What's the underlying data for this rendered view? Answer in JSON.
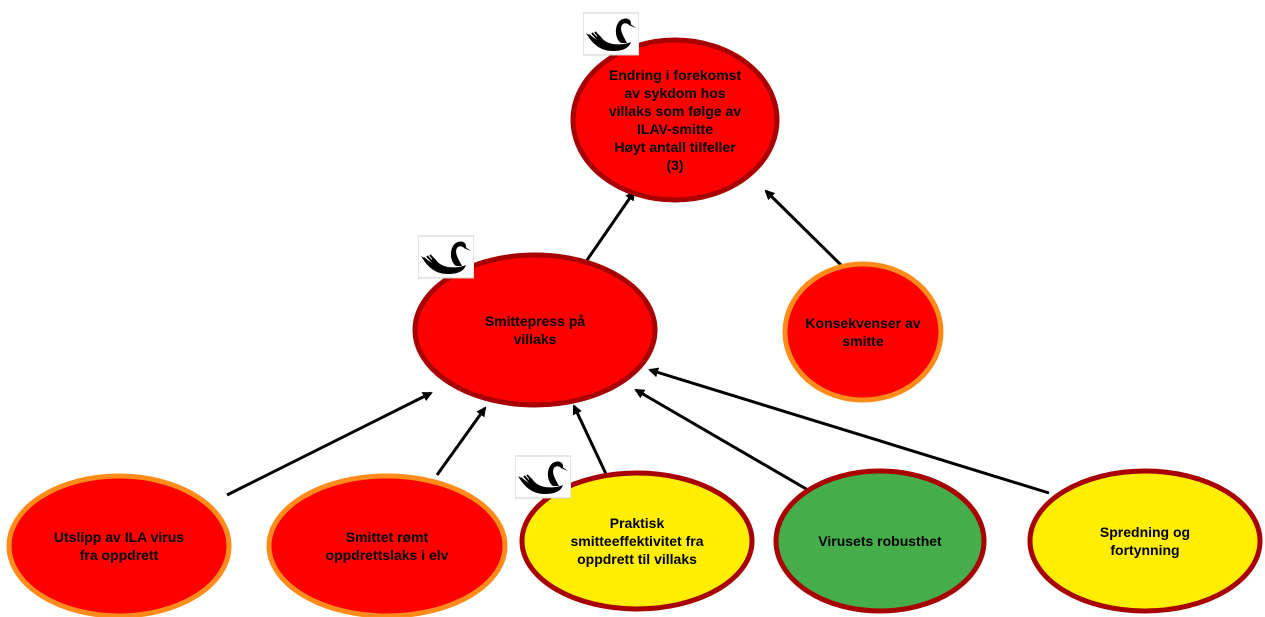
{
  "colors": {
    "red_fill": "#ff0000",
    "yellow_fill": "#ffee00",
    "green_fill": "#45ae4a",
    "orange_border": "#ff8c1a",
    "dark_red_border": "#a80000",
    "arrow": "#000000"
  },
  "nodes": [
    {
      "id": "top",
      "lines": [
        "Endring i forekomst",
        "av sykdom hos",
        "villaks som følge av",
        "ILAV-smitte",
        "Høyt antall tilfeller",
        "(3)"
      ],
      "fill": "red",
      "border": "dark_red",
      "swan": true
    },
    {
      "id": "smittepress",
      "lines": [
        "Smittepress på",
        "villaks"
      ],
      "fill": "red",
      "border": "dark_red",
      "swan": true
    },
    {
      "id": "konsekvenser",
      "lines": [
        "Konsekvenser av",
        "smitte"
      ],
      "fill": "red",
      "border": "orange",
      "swan": false
    },
    {
      "id": "utslipp",
      "lines": [
        "Utslipp av ILA virus",
        "fra oppdrett"
      ],
      "fill": "red",
      "border": "orange",
      "swan": false
    },
    {
      "id": "romt",
      "lines": [
        "Smittet rømt",
        "oppdrettslaks i elv"
      ],
      "fill": "red",
      "border": "orange",
      "swan": false
    },
    {
      "id": "praktisk",
      "lines": [
        "Praktisk",
        "smitteeffektivitet fra",
        "oppdrett til villaks"
      ],
      "fill": "yellow",
      "border": "dark_red",
      "swan": true
    },
    {
      "id": "robusthet",
      "lines": [
        "Virusets robusthet"
      ],
      "fill": "green",
      "border": "dark_red",
      "swan": false
    },
    {
      "id": "spredning",
      "lines": [
        "Spredning og",
        "fortynning"
      ],
      "fill": "yellow",
      "border": "dark_red",
      "swan": false
    }
  ],
  "edges": [
    {
      "from": "smittepress",
      "to": "top"
    },
    {
      "from": "konsekvenser",
      "to": "top"
    },
    {
      "from": "utslipp",
      "to": "smittepress"
    },
    {
      "from": "romt",
      "to": "smittepress"
    },
    {
      "from": "praktisk",
      "to": "smittepress"
    },
    {
      "from": "robusthet",
      "to": "smittepress"
    },
    {
      "from": "spredning",
      "to": "smittepress"
    }
  ],
  "icons": {
    "swan": "black-swan-icon"
  }
}
